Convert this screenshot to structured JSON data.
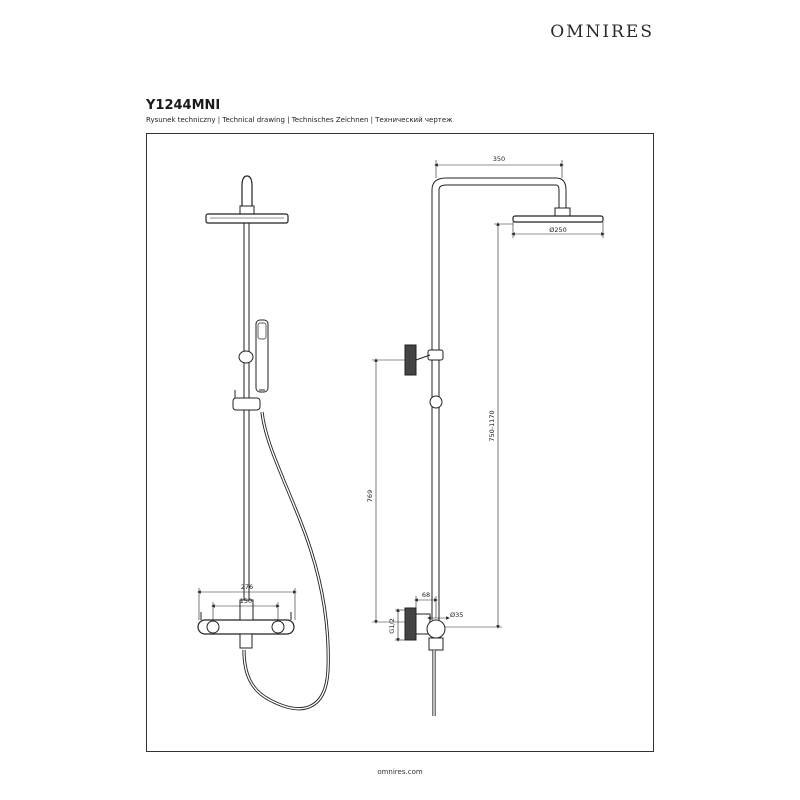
{
  "header": {
    "brand": "OMNIRES",
    "model": "Y1244MNI",
    "subtitle": "Rysunek techniczny | Technical drawing | Technisches Zeichnen | Технический чертеж"
  },
  "footer": {
    "url": "omnires.com"
  },
  "dimensions": {
    "d_350": "350",
    "d_250": "Ø250",
    "d_750_1170": "750-1170",
    "d_769": "769",
    "d_276": "276",
    "d_150": "150",
    "d_68": "68",
    "d_35": "Ø35",
    "d_g12": "G1/2"
  }
}
